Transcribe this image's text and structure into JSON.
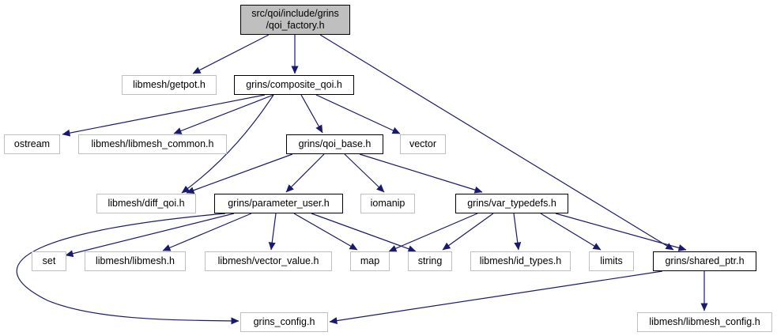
{
  "colors": {
    "edge": "#191970",
    "root_fill": "#bfbfbf",
    "system_border": "#bfbfbf",
    "local_border": "#000000"
  },
  "nodes": {
    "root": {
      "line1": "src/qoi/include/grins",
      "line2": "/qoi_factory.h"
    },
    "getpot": "libmesh/getpot.h",
    "composite_qoi": "grins/composite_qoi.h",
    "ostream": "ostream",
    "libmesh_common": "libmesh/libmesh_common.h",
    "qoi_base": "grins/qoi_base.h",
    "vector": "vector",
    "diff_qoi": "libmesh/diff_qoi.h",
    "parameter_user": "grins/parameter_user.h",
    "iomanip": "iomanip",
    "var_typedefs": "grins/var_typedefs.h",
    "set": "set",
    "libmesh_h": "libmesh/libmesh.h",
    "vector_value": "libmesh/vector_value.h",
    "map": "map",
    "string": "string",
    "id_types": "libmesh/id_types.h",
    "limits": "limits",
    "shared_ptr": "grins/shared_ptr.h",
    "grins_config": "grins_config.h",
    "libmesh_config": "libmesh/libmesh_config.h"
  }
}
